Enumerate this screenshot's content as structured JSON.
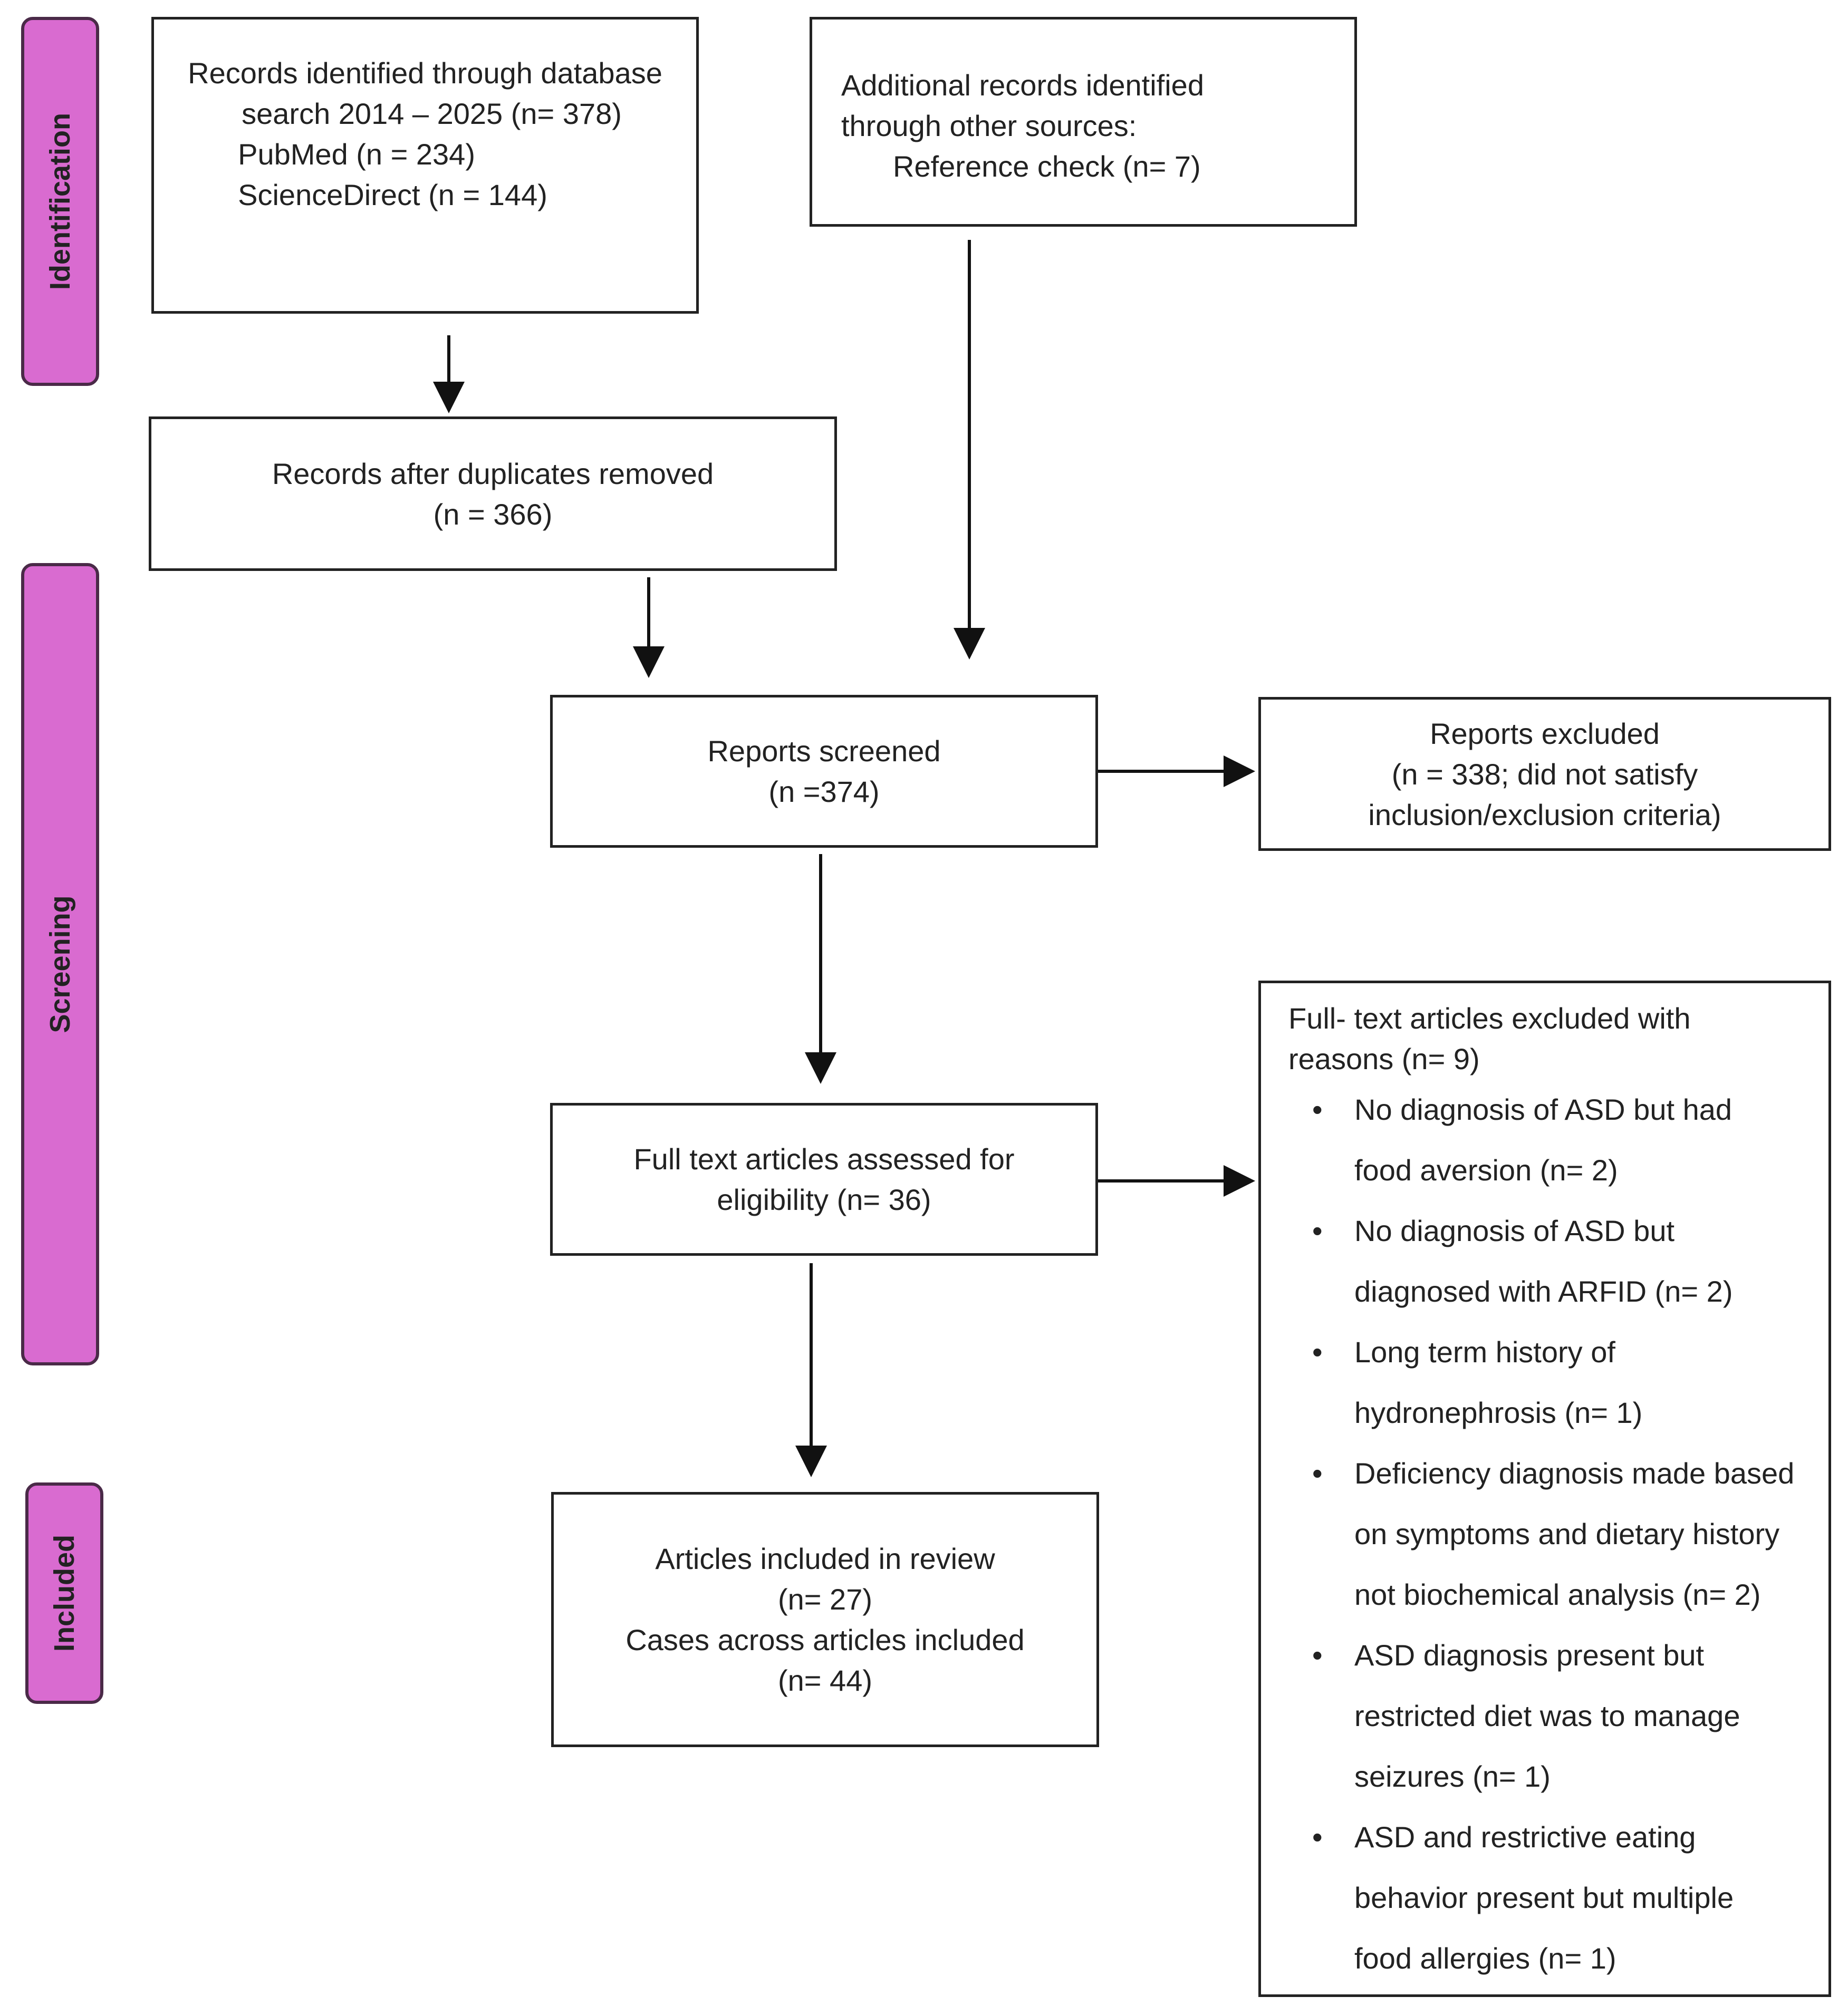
{
  "phases": {
    "identification": "Identification",
    "screening": "Screening",
    "included": "Included"
  },
  "records_db": {
    "line1": "Records identified through database",
    "line2": "search 2014 – 2025 (n= 378)",
    "line3": "PubMed (n = 234)",
    "line4": "ScienceDirect (n = 144)"
  },
  "records_other": {
    "line1": "Additional records identified",
    "line2": "through other sources:",
    "line3": "Reference check (n= 7)"
  },
  "duplicates_removed": {
    "line1": "Records after duplicates removed",
    "line2": "(n = 366)"
  },
  "reports_screened": {
    "line1": "Reports screened",
    "line2": "(n =374)"
  },
  "reports_excluded": {
    "line1": "Reports excluded",
    "line2": "(n = 338; did not satisfy",
    "line3": "inclusion/exclusion criteria)"
  },
  "full_text_assessed": {
    "line1": "Full text articles assessed for",
    "line2": "eligibility (n= 36)"
  },
  "included_review": {
    "line1": "Articles included in review",
    "line2": "(n= 27)",
    "line3": "Cases across articles included",
    "line4": "(n= 44)"
  },
  "full_text_excluded": {
    "heading1": "Full- text articles excluded with",
    "heading2": "reasons (n= 9)",
    "bullet_symbol": "•",
    "reasons": [
      [
        "No diagnosis of ASD but had",
        "food aversion (n= 2)"
      ],
      [
        "No diagnosis of ASD but",
        "diagnosed with ARFID (n= 2)"
      ],
      [
        "Long term history of",
        "hydronephrosis (n= 1)"
      ],
      [
        "Deficiency diagnosis made based",
        "on symptoms and dietary history",
        "not biochemical analysis (n= 2)"
      ],
      [
        "ASD diagnosis present but",
        "restricted diet was to manage",
        "seizures (n= 1)"
      ],
      [
        "ASD and restrictive eating",
        "behavior present but multiple",
        "food allergies (n= 1)"
      ]
    ]
  }
}
